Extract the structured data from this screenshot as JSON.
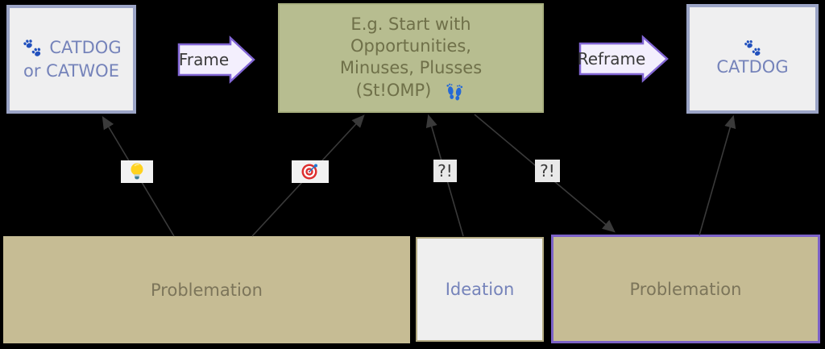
{
  "colors": {
    "background": "#000000",
    "catdog_box_fill": "#efeff0",
    "catdog_box_border": "#9ba4c6",
    "catdog_text": "#7583ba",
    "stomp_box_fill": "#b7bd90",
    "stomp_text": "#6f7049",
    "block_arrow_fill": "#f3effd",
    "block_arrow_border": "#8266d4",
    "tan_box_fill": "#c6bc94",
    "tan_text": "#7c755a",
    "ideation_border": "#b4ab83",
    "problemation_right_border": "#7c62c8",
    "connector": "#3a3a3a",
    "paw_blue": "#2150bd",
    "footprint_blue": "#2569d6"
  },
  "boxes": {
    "catdog_catwoe": {
      "icon": "paw-prints",
      "line1": "CATDOG",
      "line2": "or CATWOE"
    },
    "stomp": {
      "line1": "E.g. Start with",
      "line2": "Opportunities,",
      "line3": "Minuses, Plusses",
      "line4": "(St!OMP)",
      "icon": "footprints"
    },
    "catdog": {
      "icon": "paw-prints",
      "label": "CATDOG"
    },
    "problemation_left": {
      "label": "Problemation"
    },
    "ideation": {
      "label": "Ideation"
    },
    "problemation_right": {
      "label": "Problemation"
    }
  },
  "block_arrows": {
    "frame": {
      "label": "Frame"
    },
    "reframe": {
      "label": "Reframe"
    }
  },
  "connectors": [
    {
      "from": "problemation-left",
      "to": "catdog-catwoe-box",
      "label_icon": "light-bulb"
    },
    {
      "from": "problemation-left",
      "to": "stomp-box",
      "label_icon": "dart-target"
    },
    {
      "from": "ideation-box",
      "to": "stomp-box",
      "label_text": "?!"
    },
    {
      "from": "stomp-box",
      "to": "problemation-right",
      "label_text": "?!"
    },
    {
      "from": "problemation-right",
      "to": "catdog-box"
    }
  ]
}
